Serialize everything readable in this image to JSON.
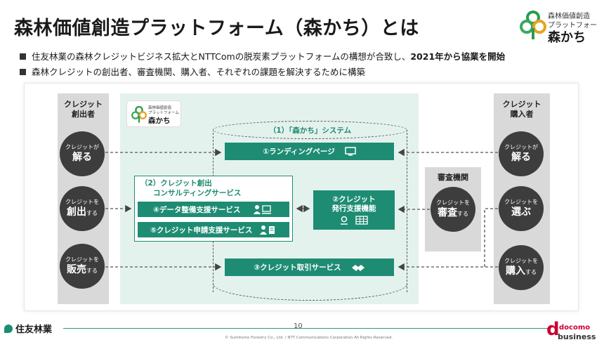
{
  "title": "森林価値創造プラットフォーム（森かち）とは",
  "brand_logo": {
    "line1": "森林価値創造",
    "line2": "プラットフォーム",
    "name": "森かち"
  },
  "bullets": [
    {
      "text": "住友林業の森林クレジットビジネス拡大とNTTComの脱炭素プラットフォームの構想が合致し、",
      "bold": "2021年から協業を開始"
    },
    {
      "text": "森林クレジットの創出者、審査機関、購入者、それぞれの課題を解決するために構築",
      "bold": ""
    }
  ],
  "creator_column": {
    "label_line1": "クレジット",
    "label_line2": "創出者",
    "circles": [
      {
        "top": "クレジットが",
        "main": "解る",
        "suffix": ""
      },
      {
        "top": "クレジットを",
        "main": "創出",
        "suffix": "する"
      },
      {
        "top": "クレジットを",
        "main": "販売",
        "suffix": "する"
      }
    ]
  },
  "buyer_column": {
    "label_line1": "クレジット",
    "label_line2": "購入者",
    "circles": [
      {
        "top": "クレジットが",
        "main": "解る",
        "suffix": ""
      },
      {
        "top": "クレジットを",
        "main": "選ぶ",
        "suffix": ""
      },
      {
        "top": "クレジットを",
        "main": "購入",
        "suffix": "する"
      }
    ]
  },
  "auditor": {
    "label": "審査機関",
    "circle": {
      "top": "クレジットを",
      "main": "審査",
      "suffix": "する"
    }
  },
  "system": {
    "title": "（1）「森かち」システム",
    "landing": "①ランディングページ",
    "issuance_line1": "②クレジット",
    "issuance_line2": "発行支援機能",
    "trade": "③クレジット取引サービス"
  },
  "consulting": {
    "title_line1": "（2）クレジット創出",
    "title_line2": "コンサルティングサービス",
    "data_service": "④データ整備支援サービス",
    "apply_service": "⑤クレジット申請支援サービス"
  },
  "inner_logo": {
    "line1": "森林価値創造",
    "line2": "プラットフォーム",
    "name": "森かち"
  },
  "footer": {
    "company": "住友林業",
    "page": "10",
    "copyright": "© Sumitomo Forestry Co., Ltd. / NTT Communications Corporation All Rights Reserved.",
    "partner_line1": "docomo",
    "partner_line2": "business"
  },
  "colors": {
    "teal": "#1e8c73",
    "dark_circle": "#3d3d3d",
    "system_bg": "#e4f2ee",
    "column_gray": "#d9d9d9",
    "docomo_red": "#cc0033"
  }
}
